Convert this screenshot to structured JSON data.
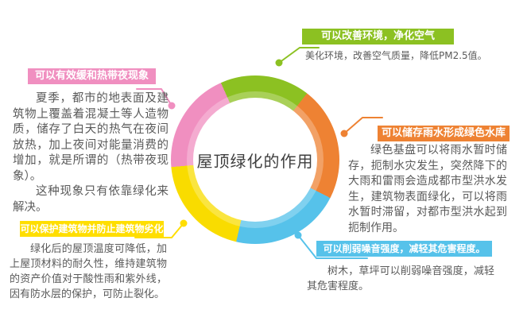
{
  "center": {
    "title": "屋顶绿化的作用"
  },
  "donut": {
    "from": -24,
    "segments": [
      {
        "name": "improve-environment",
        "color": "#8cc122",
        "sweep": 62
      },
      {
        "name": "store-rainwater",
        "color": "#ee8233",
        "sweep": 79
      },
      {
        "name": "reduce-noise",
        "color": "#56c2ea",
        "sweep": 76
      },
      {
        "name": "protect-building",
        "color": "#f9dc00",
        "sweep": 72
      },
      {
        "name": "ease-heat-night",
        "color": "#f08fc0",
        "sweep": 71
      }
    ]
  },
  "callouts": {
    "environment": {
      "label": "可以改善环境，净化空气",
      "color": "#8cc122",
      "paragraph": "美化环境，改善空气质量，降低PM2.5值。"
    },
    "heat": {
      "label": "可以有效缓和热带夜现象",
      "color": "#f08fc0",
      "paragraph1": "夏季，都市的地表面及建筑物上覆盖着混凝土等人造物质，储存了白天的热气在夜间放热，加上夜间对能量消费的增加，就是所谓的（热带夜现象）。",
      "paragraph2": "这种现象只有依靠绿化来解决。"
    },
    "rainwater": {
      "label": "可以储存雨水形成绿色水库",
      "color": "#ee8233",
      "paragraph": "绿色基盘可以将雨水暂时储存，扼制水灾发生，突然降下的大雨和雷雨会造成都市型洪水发生，建筑物表面绿化，可以将雨水暂时滞留，对都市型洪水起到扼制作用。"
    },
    "building": {
      "label": "可以保护建筑物并防止建筑物劣化",
      "color": "#ffde00",
      "paragraph": "绿化后的屋顶温度可降低，加上屋顶材料的耐久性，维持建筑物的资产价值对于酸性雨和紫外线，因有防水层的保护，可防止裂化。"
    },
    "noise": {
      "label": "可以削弱噪音强度，减轻其危害程度。",
      "color": "#56c2ea",
      "paragraph": "树木，草坪可以削弱噪音强度，减轻其危害程度。"
    }
  }
}
